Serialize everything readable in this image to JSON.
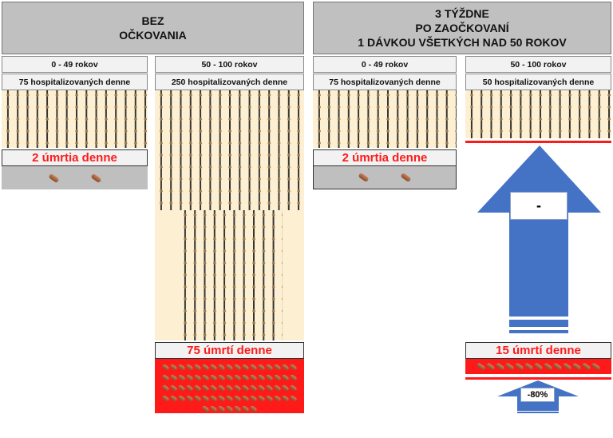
{
  "left": {
    "title": "BEZ\nOČKOVANIA",
    "groups": [
      {
        "age": "0 - 49 rokov",
        "hospital": "75 hospitalizovaných denne",
        "deaths": "2 úmrtia denne",
        "coffins": 2
      },
      {
        "age": "50 - 100 rokov",
        "hospital": "250 hospitalizovaných denne",
        "deaths": "75 úmrtí denne",
        "coffins": 75
      }
    ]
  },
  "right": {
    "title": "3 TÝŽDNE\nPO ZAOČKOVANÍ\n1 DÁVKOU VŠETKÝCH NAD 50 ROKOV",
    "groups": [
      {
        "age": "0 - 49 rokov",
        "hospital": "75 hospitalizovaných denne",
        "deaths": "2 úmrtia denne",
        "coffins": 2
      },
      {
        "age": "50 - 100 rokov",
        "hospital": "50 hospitalizovaných denne",
        "deaths": "15 úmrtí denne",
        "coffins": 13
      }
    ]
  },
  "arrow_big_label": "-",
  "arrow_small_label": "-80%",
  "colors": {
    "arrow": "#4472c4",
    "red": "#ff1a1a",
    "people_bg": "#fdf0d2",
    "header": "#c0c0c0"
  }
}
